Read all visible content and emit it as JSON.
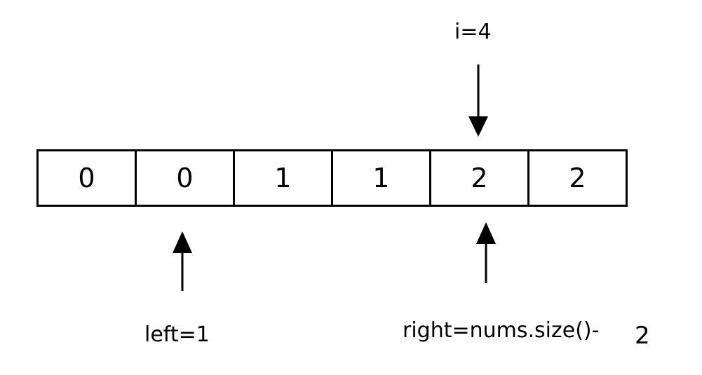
{
  "array": {
    "values": [
      "0",
      "0",
      "1",
      "1",
      "2",
      "2"
    ]
  },
  "pointers": {
    "i": {
      "label": "i=4",
      "index": 4,
      "direction": "down"
    },
    "left": {
      "label": "left=1",
      "index": 1,
      "direction": "up"
    },
    "right": {
      "label": "right=nums.size()-",
      "suffix": "2",
      "index": 4,
      "direction": "up"
    }
  },
  "colors": {
    "stroke": "#000000",
    "text": "#000000",
    "background": "#ffffff"
  }
}
